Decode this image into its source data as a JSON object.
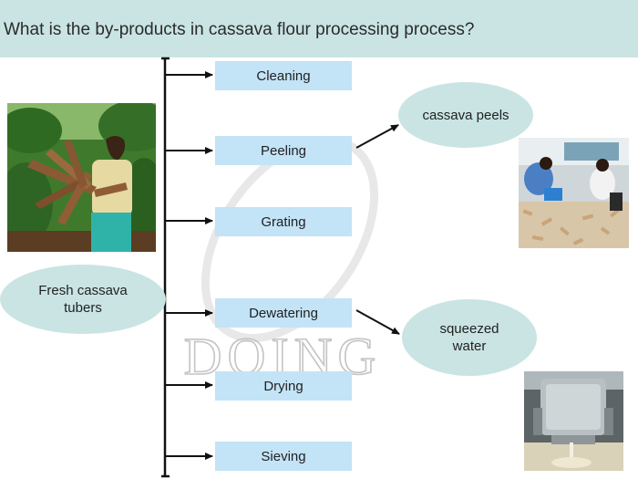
{
  "header": {
    "title": "What is the by-products in cassava flour processing process?"
  },
  "source": {
    "label_line1": "Fresh cassava",
    "label_line2": "tubers"
  },
  "steps": [
    {
      "label": "Cleaning"
    },
    {
      "label": "Peeling"
    },
    {
      "label": "Grating"
    },
    {
      "label": "Dewatering"
    },
    {
      "label": "Drying"
    },
    {
      "label": "Sieving"
    }
  ],
  "byproducts": [
    {
      "label": "cassava peels"
    },
    {
      "label_line1": "squeezed",
      "label_line2": "water"
    }
  ],
  "watermark": {
    "text": "DOING"
  },
  "colors": {
    "header": "#c9e4e3",
    "step_box": "#c3e3f7",
    "oval": "#c9e4e3",
    "line": "#111111"
  }
}
